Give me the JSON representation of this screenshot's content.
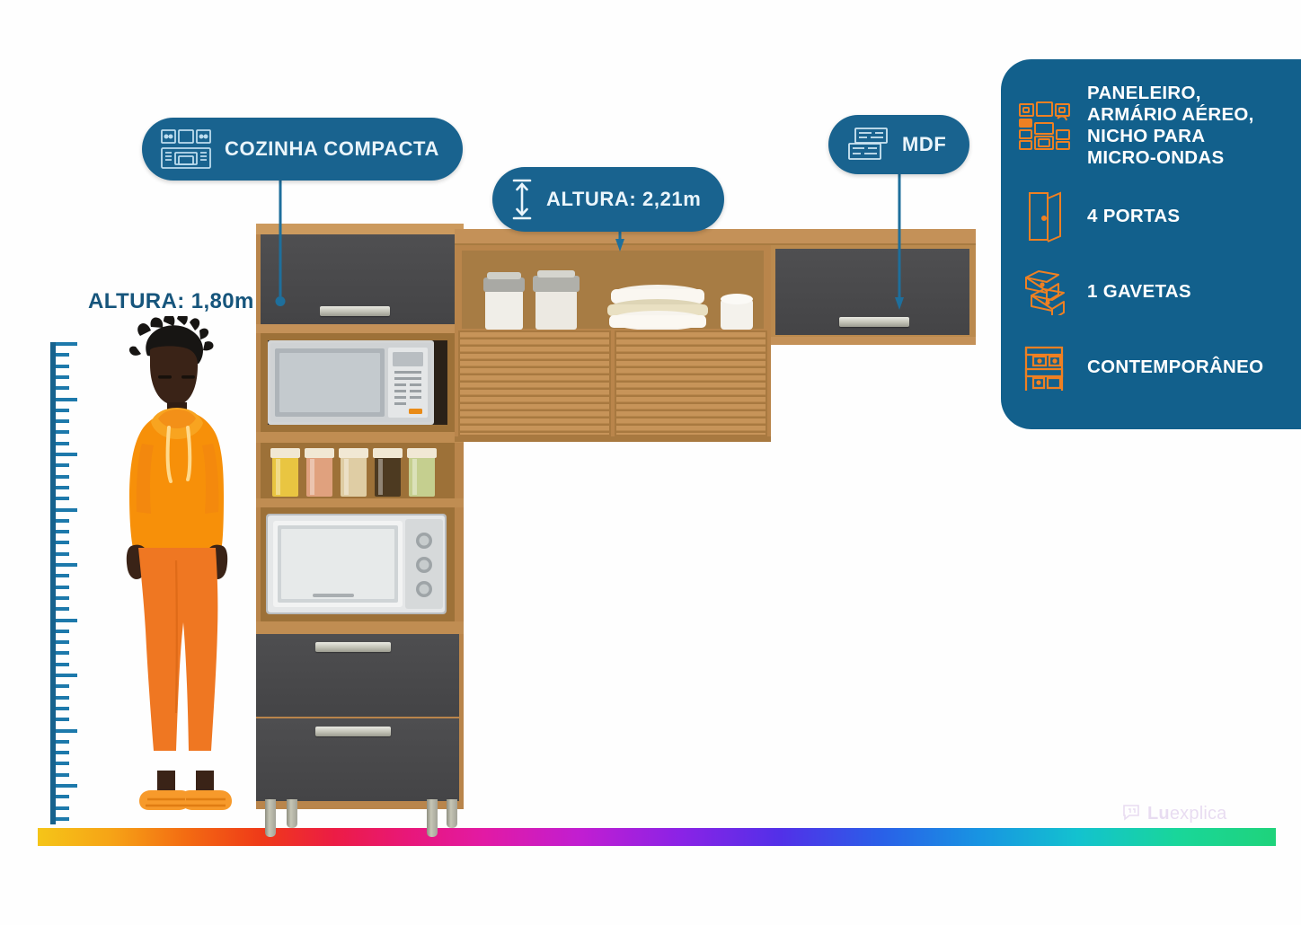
{
  "badges": [
    {
      "id": "cozinha-compacta",
      "label": "COZINHA  COMPACTA",
      "icon": "kitchen-set-icon"
    },
    {
      "id": "altura-movel",
      "label": "ALTURA: 2,21m",
      "icon": "height-arrow-icon"
    },
    {
      "id": "mdf",
      "label": "MDF",
      "icon": "mdf-boards-icon"
    }
  ],
  "person_height": {
    "label": "ALTURA: 1,80m"
  },
  "panel": {
    "background_color": "#12608c",
    "icon_color": "#ef8022",
    "features": [
      {
        "id": "composicao",
        "text": "PANELEIRO,\nARMÁRIO AÉREO,\nNICHO PARA\nMICRO-ONDAS",
        "icon": "cabinet-composition-icon"
      },
      {
        "id": "portas",
        "text": "4 PORTAS",
        "icon": "door-icon"
      },
      {
        "id": "gavetas",
        "text": "1 GAVETAS",
        "icon": "drawers-icon"
      },
      {
        "id": "estilo",
        "text": "CONTEMPORÂNEO",
        "icon": "furniture-style-icon"
      }
    ]
  },
  "watermark": {
    "brand": "Lu",
    "suffix": "explica",
    "icon": "chat-bubble-logo"
  },
  "colors": {
    "badge_blue": "#19638f",
    "panel_blue": "#12608c",
    "accent_orange": "#ef8022",
    "leader_blue": "#1e6f9c",
    "heading_blue": "#16557c",
    "wood": "#b9854b",
    "door_gray": "#4a4a4c",
    "hoodie_orange": "#f79009",
    "pants_orange": "#ef7722"
  },
  "product": {
    "name": "Cozinha Compacta",
    "parts": [
      {
        "id": "paneleiro-top-door",
        "type": "door",
        "finish": "gray"
      },
      {
        "id": "microwave-niche-upper",
        "type": "niche",
        "appliance": "microwave"
      },
      {
        "id": "spice-shelf",
        "type": "shelf",
        "items": 5
      },
      {
        "id": "oven-niche-lower",
        "type": "niche",
        "appliance": "microwave-oven"
      },
      {
        "id": "bottom-door-1",
        "type": "door",
        "finish": "gray"
      },
      {
        "id": "bottom-door-2",
        "type": "door",
        "finish": "gray"
      },
      {
        "id": "wall-open-shelf",
        "type": "open-shelf"
      },
      {
        "id": "wall-louver-door-1",
        "type": "louver-door",
        "finish": "wood"
      },
      {
        "id": "wall-louver-door-2",
        "type": "louver-door",
        "finish": "wood"
      },
      {
        "id": "wall-right-door",
        "type": "door",
        "finish": "gray"
      }
    ]
  }
}
